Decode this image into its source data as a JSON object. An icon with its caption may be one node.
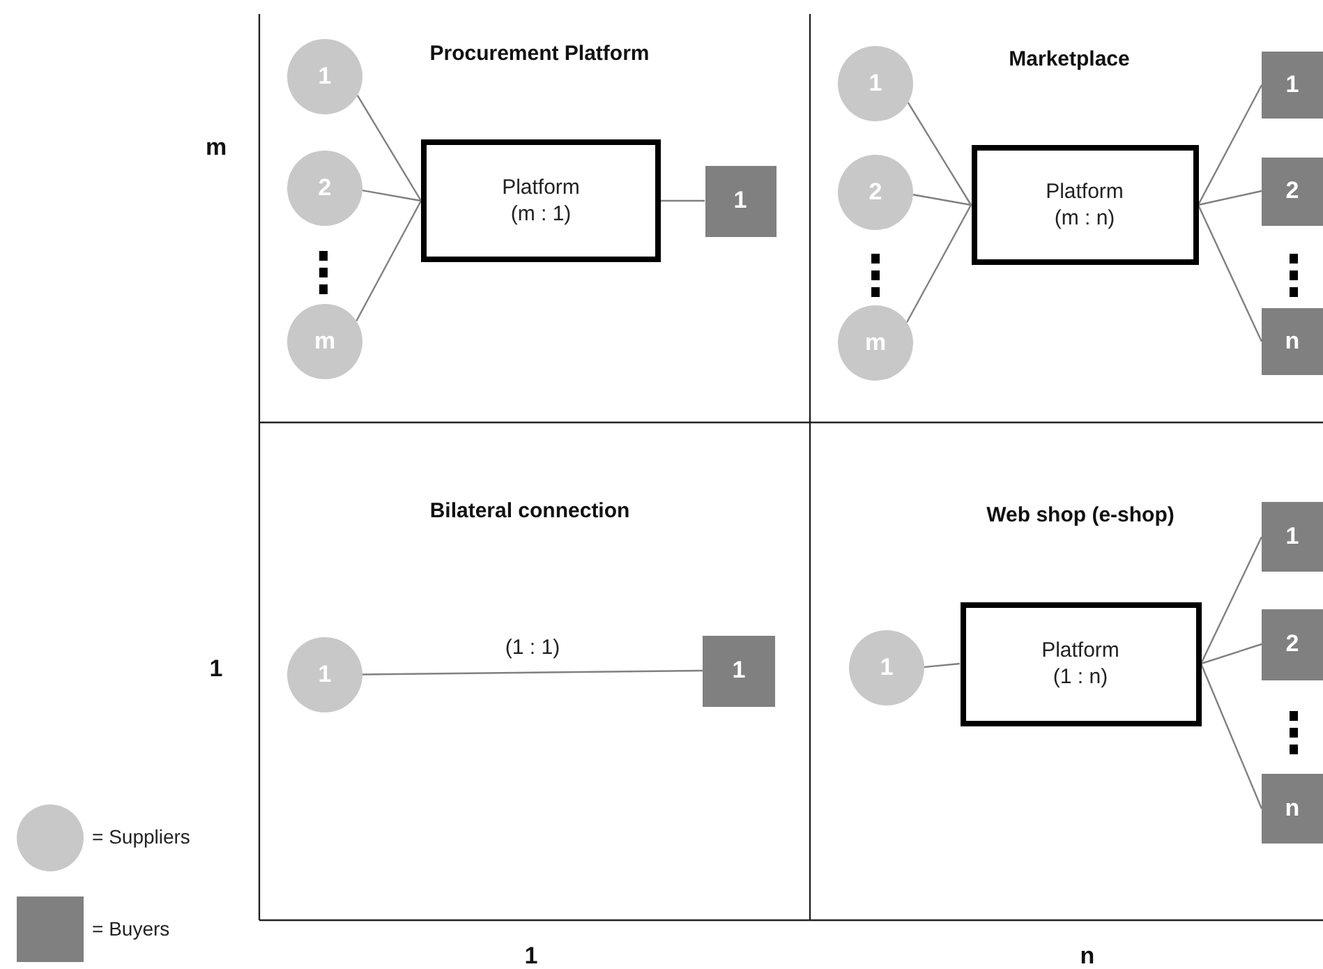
{
  "diagram": {
    "nodes": [
      {
        "text": [
          "1"
        ]
      },
      {
        "text": [
          "2"
        ]
      },
      {
        "text": [
          "m"
        ]
      },
      {
        "text": [
          "Platform",
          "(m : 1)"
        ]
      },
      {
        "text": [
          "1"
        ]
      },
      {
        "text": [
          "1"
        ]
      },
      {
        "text": [
          "2"
        ]
      },
      {
        "text": [
          "m"
        ]
      },
      {
        "text": [
          "Platform",
          "(m : n)"
        ]
      },
      {
        "text": [
          "1"
        ]
      },
      {
        "text": [
          "2"
        ]
      },
      {
        "text": [
          "n"
        ]
      },
      {
        "text": [
          "1"
        ]
      },
      {
        "text": [
          "1"
        ]
      },
      {
        "text": [
          "1"
        ]
      },
      {
        "text": [
          "Platform",
          "(1 : n)"
        ]
      },
      {
        "text": [
          "1"
        ]
      },
      {
        "text": [
          "2"
        ]
      },
      {
        "text": [
          "n"
        ]
      }
    ],
    "edges": [
      {
        "from": 0,
        "to": 3,
        "arrow": "none"
      },
      {
        "from": 1,
        "to": 3,
        "arrow": "none"
      },
      {
        "from": 2,
        "to": 3,
        "arrow": "none"
      },
      {
        "from": 3,
        "to": 4,
        "arrow": "none"
      },
      {
        "from": 5,
        "to": 8,
        "arrow": "none"
      },
      {
        "from": 6,
        "to": 8,
        "arrow": "none"
      },
      {
        "from": 7,
        "to": 8,
        "arrow": "none"
      },
      {
        "from": 8,
        "to": 9,
        "arrow": "none"
      },
      {
        "from": 8,
        "to": 10,
        "arrow": "none"
      },
      {
        "from": 8,
        "to": 11,
        "arrow": "none"
      },
      {
        "from": 12,
        "to": 13,
        "arrow": "none",
        "label": "(1 : 1)"
      },
      {
        "from": 14,
        "to": 15,
        "arrow": "none"
      },
      {
        "from": 15,
        "to": 16,
        "arrow": "none"
      },
      {
        "from": 15,
        "to": 17,
        "arrow": "none"
      },
      {
        "from": 15,
        "to": 18,
        "arrow": "none"
      }
    ],
    "labels": [
      "Procurement Platform",
      "Marketplace",
      "m",
      "Bilateral connection",
      "Web shop (e-shop)",
      "1",
      "1",
      "n"
    ],
    "legend": [
      {
        "text": "= Suppliers",
        "color": "#c8c8c8"
      },
      {
        "text": "= Buyers",
        "color": "#808080"
      }
    ]
  }
}
